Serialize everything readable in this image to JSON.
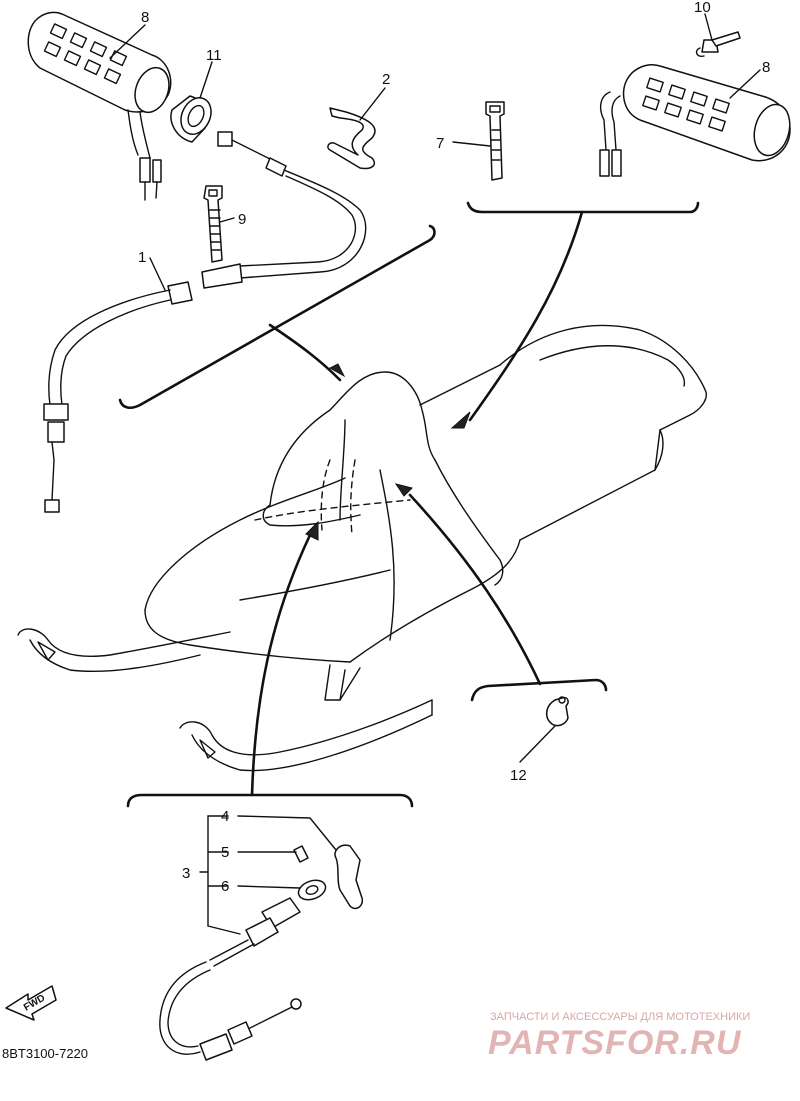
{
  "callouts": [
    {
      "id": "c1",
      "label": "1"
    },
    {
      "id": "c2",
      "label": "2"
    },
    {
      "id": "c3",
      "label": "3"
    },
    {
      "id": "c4",
      "label": "4"
    },
    {
      "id": "c5",
      "label": "5"
    },
    {
      "id": "c6",
      "label": "6"
    },
    {
      "id": "c7",
      "label": "7"
    },
    {
      "id": "c8a",
      "label": "8"
    },
    {
      "id": "c8b",
      "label": "8"
    },
    {
      "id": "c9",
      "label": "9"
    },
    {
      "id": "c10",
      "label": "10"
    },
    {
      "id": "c11",
      "label": "11"
    },
    {
      "id": "c12",
      "label": "12"
    }
  ],
  "diagram_code": "8BT3100-7220",
  "fwd_label": "FWD",
  "watermark": {
    "tagline": "ЗАПЧАСТИ И АКСЕССУАРЫ ДЛЯ МОТОТЕХНИКИ",
    "brand": "PARTSFOR.RU"
  }
}
